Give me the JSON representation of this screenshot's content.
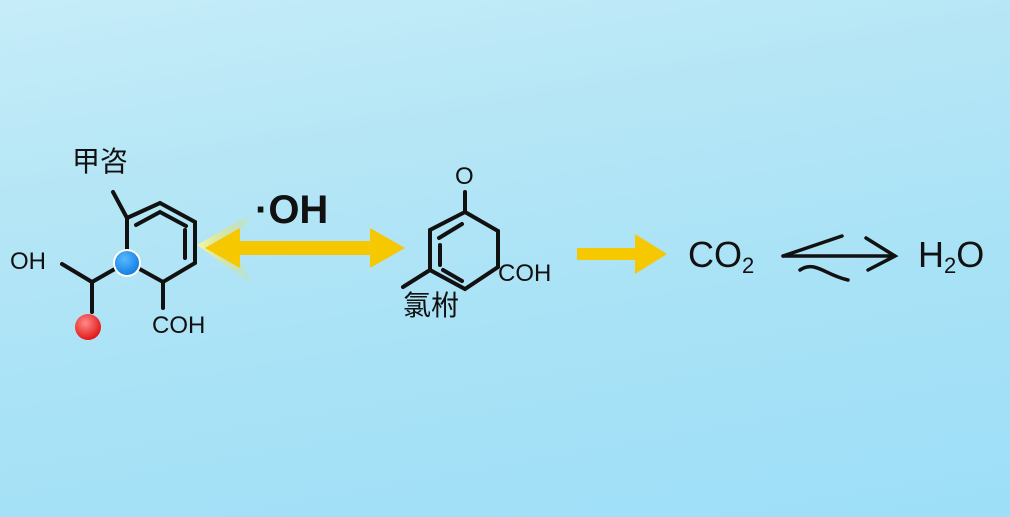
{
  "molecule_1": {
    "top_label": "甲咨",
    "left_group": "OH",
    "bottom_group": "COH",
    "atom_colors": {
      "center_atom": "#1a8cf0",
      "oxygen_atom": "#e81818"
    }
  },
  "reagent": {
    "label": "·OH",
    "arrow_color": "#f5c800"
  },
  "molecule_2": {
    "top_group": "O",
    "right_group": "COH",
    "bottom_label": "氯柎"
  },
  "products": {
    "arrow_color": "#f5c800",
    "co2": {
      "main": "CO",
      "sub": "2"
    },
    "h2o": {
      "pre": "H",
      "sub": "2",
      "post": "O"
    }
  }
}
